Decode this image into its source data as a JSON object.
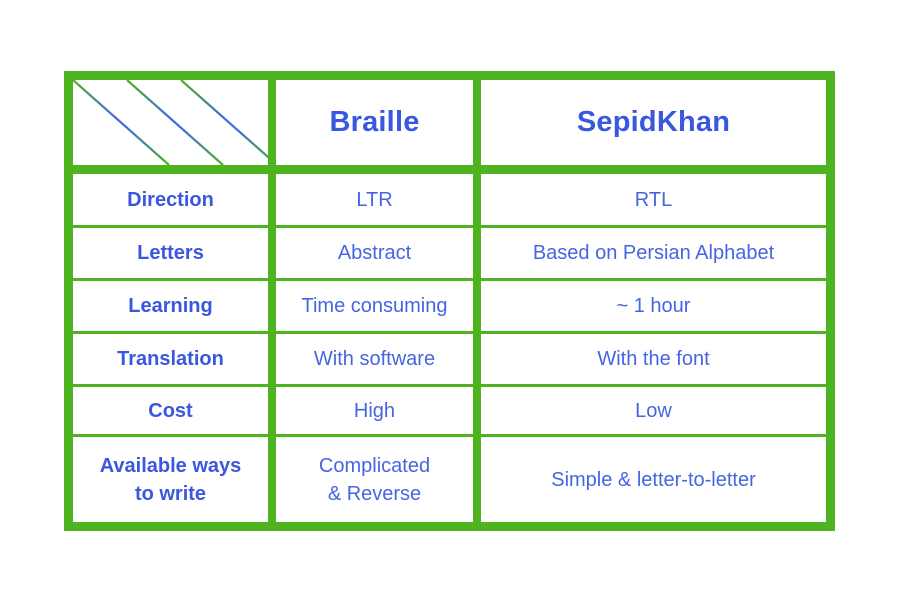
{
  "chart_data": {
    "type": "table",
    "columns": [
      "",
      "Braille",
      "SepidKhan"
    ],
    "rows": [
      {
        "label": "Direction",
        "braille": "LTR",
        "sepidkhan": "RTL"
      },
      {
        "label": "Letters",
        "braille": "Abstract",
        "sepidkhan": "Based on Persian Alphabet"
      },
      {
        "label": "Learning",
        "braille": "Time consuming",
        "sepidkhan": "~ 1 hour"
      },
      {
        "label": "Translation",
        "braille": "With software",
        "sepidkhan": "With the font"
      },
      {
        "label": "Cost",
        "braille": "High",
        "sepidkhan": "Low"
      },
      {
        "label": "Available ways to write",
        "braille": "Complicated & Reverse",
        "sepidkhan": "Simple & letter-to-letter"
      }
    ],
    "layout": {
      "grid": "on",
      "header_row": true,
      "header_column": true,
      "corner_decoration": "diagonal-stripes"
    }
  },
  "colors": {
    "table_border_green": "#4db31e",
    "header_text_blue": "#3a57e0",
    "body_text_blue": "#4565e2",
    "stripe_gradient_blue": "#4169e1"
  }
}
